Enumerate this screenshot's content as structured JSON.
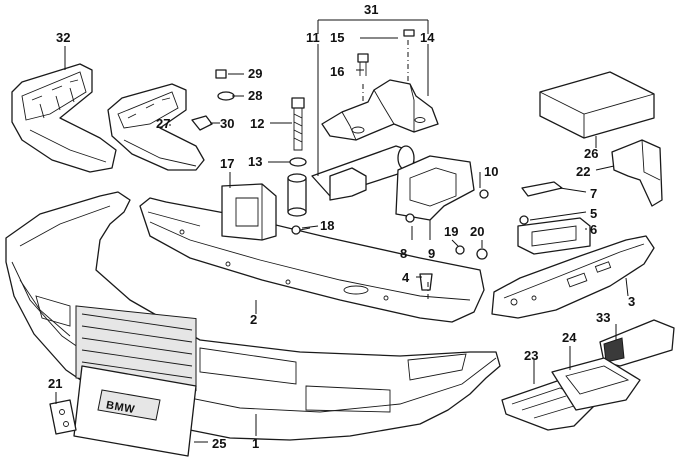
{
  "diagram": {
    "callouts": [
      "1",
      "2",
      "3",
      "4",
      "5",
      "6",
      "7",
      "8",
      "9",
      "10",
      "11",
      "12",
      "13",
      "14",
      "15",
      "16",
      "17",
      "18",
      "19",
      "20",
      "21",
      "22",
      "23",
      "24",
      "25",
      "26",
      "27",
      "28",
      "29",
      "30",
      "31",
      "32",
      "33"
    ],
    "plate_text": "BMW"
  }
}
